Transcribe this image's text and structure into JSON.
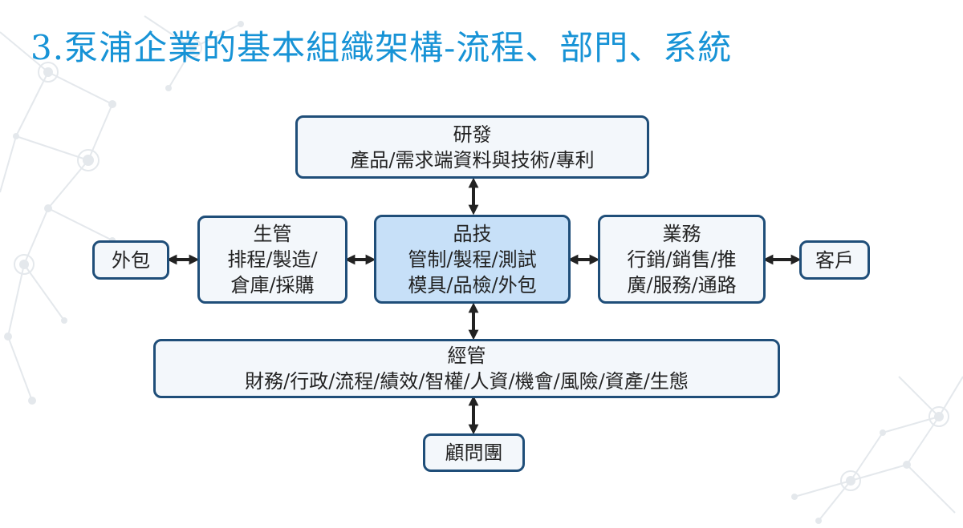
{
  "slide": {
    "title": "3.泵浦企業的基本組織架構-流程、部門、系統"
  },
  "diagram": {
    "rd": {
      "title": "研發",
      "line1": "產品/需求端資料與技術/專利"
    },
    "production": {
      "title": "生管",
      "line1": "排程/製造/",
      "line2": "倉庫/採購"
    },
    "quality": {
      "title": "品技",
      "line1": "管制/製程/測試",
      "line2": "模具/品檢/外包"
    },
    "sales": {
      "title": "業務",
      "line1": "行銷/銷售/推",
      "line2": "廣/服務/通路"
    },
    "outsource": {
      "label": "外包"
    },
    "customer": {
      "label": "客戶"
    },
    "management": {
      "title": "經管",
      "line1": "財務/行政/流程/績效/智權/人資/機會/風險/資產/生態"
    },
    "consultant": {
      "label": "顧問團"
    }
  },
  "colors": {
    "title": "#1793d6",
    "border": "#1f4e79",
    "box_fill": "#f3f7fb",
    "center_fill": "#c7e0f8",
    "arrow": "#222222"
  }
}
